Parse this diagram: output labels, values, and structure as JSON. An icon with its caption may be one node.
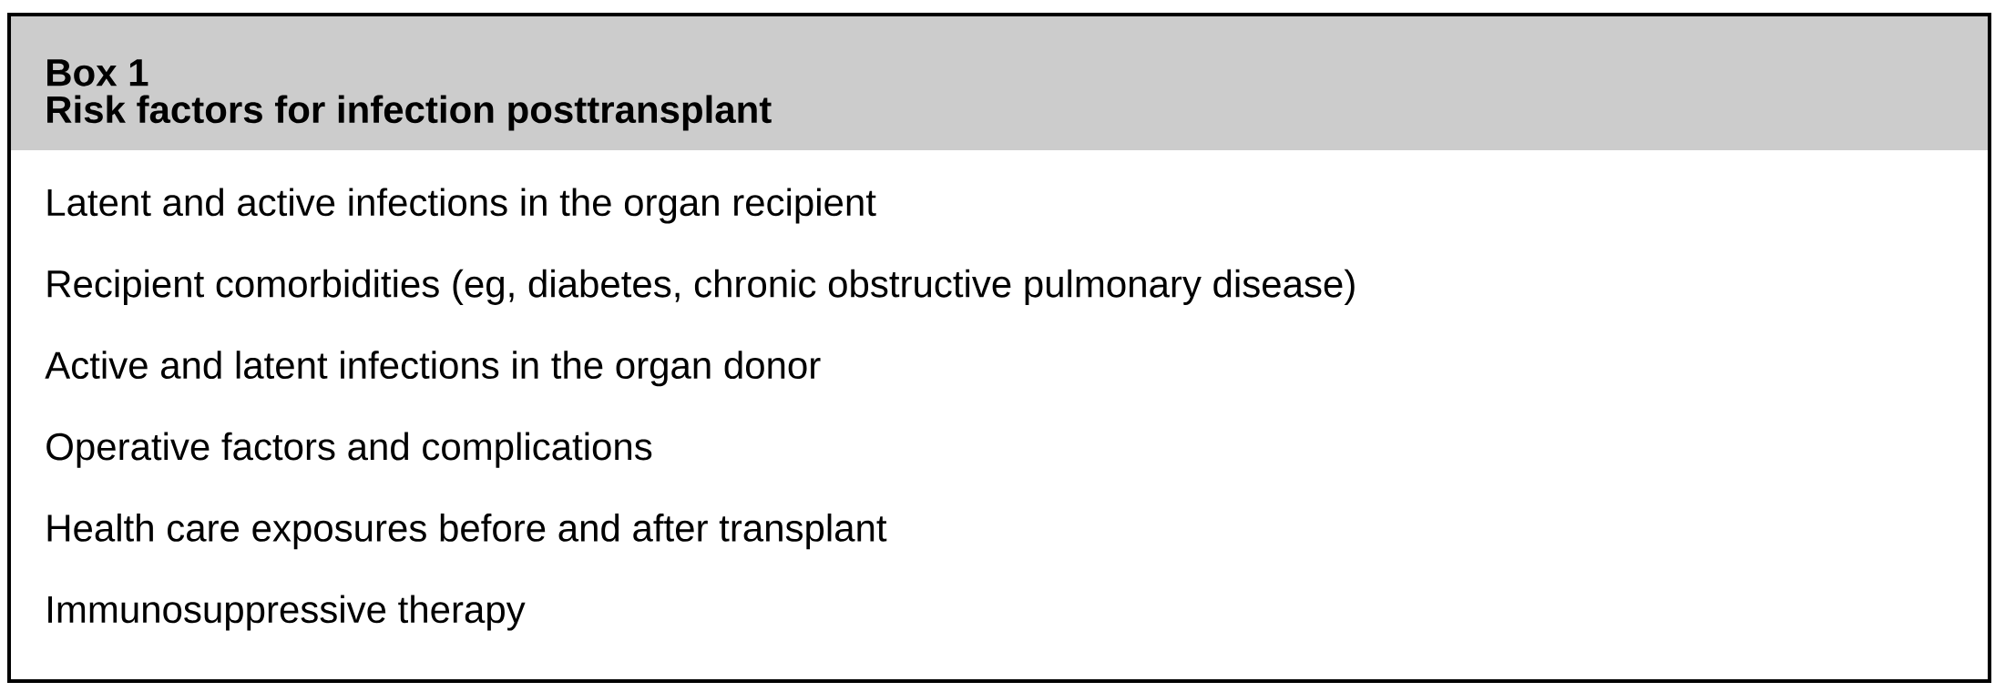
{
  "diagram": {
    "nodes": [
      {
        "text": [
          "Box 1",
          "Risk factors for infection posttransplant",
          "Latent and active infections in the organ recipient",
          "Recipient comorbidities (eg, diabetes, chronic obstructive pulmonary disease)",
          "Active and latent infections in the organ donor",
          "Operative factors and complications",
          "Health care exposures before and after transplant",
          "Immunosuppressive therapy"
        ]
      }
    ]
  }
}
